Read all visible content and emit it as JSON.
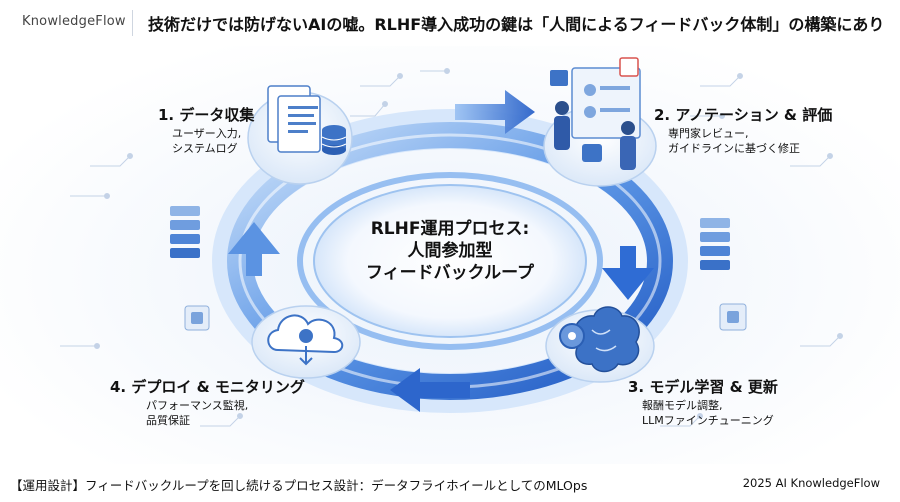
{
  "header": {
    "brand": "KnowledgeFlow",
    "title": "技術だけでは防げないAIの嘘。RLHF導入成功の鍵は「人間によるフィードバック体制」の構築にあり"
  },
  "center": {
    "line1": "RLHF運用プロセス:",
    "line2": "人間参加型",
    "line3": "フィードバックループ"
  },
  "steps": [
    {
      "title": "1. データ収集",
      "desc1": "ユーザー入力,",
      "desc2": "システムログ",
      "icon": "document-database-icon"
    },
    {
      "title": "2. アノテーション & 評価",
      "desc1": "専門家レビュー,",
      "desc2": "ガイドラインに基づく修正",
      "icon": "reviewers-icon"
    },
    {
      "title": "3. モデル学習 & 更新",
      "desc1": "報酬モデル調整,",
      "desc2": "LLMファインチューニング",
      "icon": "brain-gear-icon"
    },
    {
      "title": "4. デプロイ & モニタリング",
      "desc1": "パフォーマンス監視,",
      "desc2": "品質保証",
      "icon": "cloud-deploy-icon"
    }
  ],
  "footer": {
    "left": "【運用設計】フィードバックループを回し続けるプロセス設計：データフライホイールとしてのMLOps",
    "right": "2025 AI KnowledgeFlow"
  },
  "colors": {
    "accent": "#2f6fd6",
    "ring_light": "#9cc4f2",
    "ring_dark": "#2a62c9"
  }
}
